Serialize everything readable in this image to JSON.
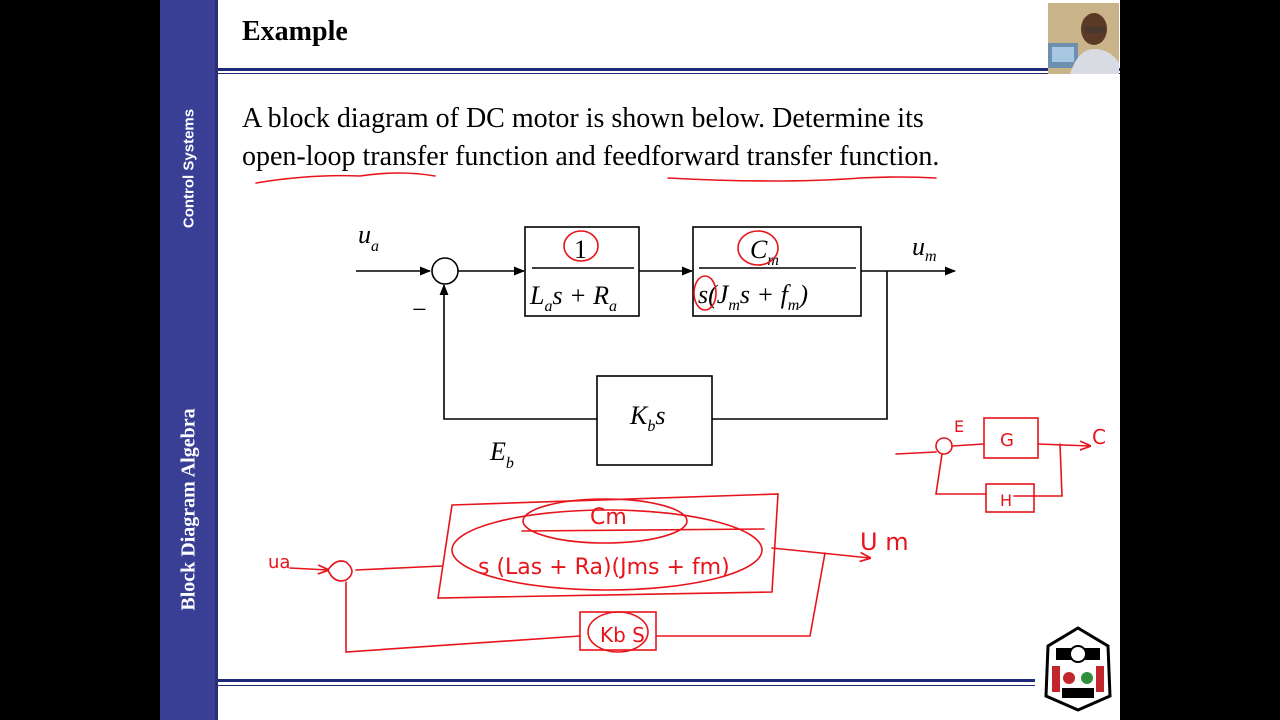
{
  "sidebar": {
    "top_label": "Control Systems",
    "bottom_label": "Block Diagram Algebra"
  },
  "header": {
    "title": "Example"
  },
  "body": {
    "intro_line1": "A block diagram of DC motor is shown below. Determine its",
    "intro_line2": "open-loop transfer function and feedforward transfer function."
  },
  "diagram": {
    "input_label": "u",
    "input_sub": "a",
    "output_label": "u",
    "output_sub": "m",
    "minus_sign": "−",
    "block1": {
      "num": "1",
      "den_L": "L",
      "den_L_sub": "a",
      "den_mid": "s + ",
      "den_R": "R",
      "den_R_sub": "a"
    },
    "block2": {
      "num": "C",
      "num_sub": "m",
      "den_a": "s(",
      "den_J": "J",
      "den_J_sub": "m",
      "den_mid": "s + ",
      "den_f": "f",
      "den_f_sub": "m",
      "den_close": ")"
    },
    "feedback": {
      "K": "K",
      "K_sub": "b",
      "s": "s"
    },
    "feedback_signal": "E",
    "feedback_signal_sub": "b"
  },
  "annotations": {
    "color": "#e8141b",
    "combined_num": "Cm",
    "combined_den": "s (Las + Ra)(Jms + fm)",
    "combined_in": "ua",
    "combined_out": "U m",
    "combined_fb": "Kb S",
    "sketch_E": "E",
    "sketch_G": "G",
    "sketch_C": "C",
    "sketch_H": "H"
  },
  "colors": {
    "sidebar": "#3a3f96",
    "rule": "#1f2a78",
    "ink": "#000000"
  }
}
